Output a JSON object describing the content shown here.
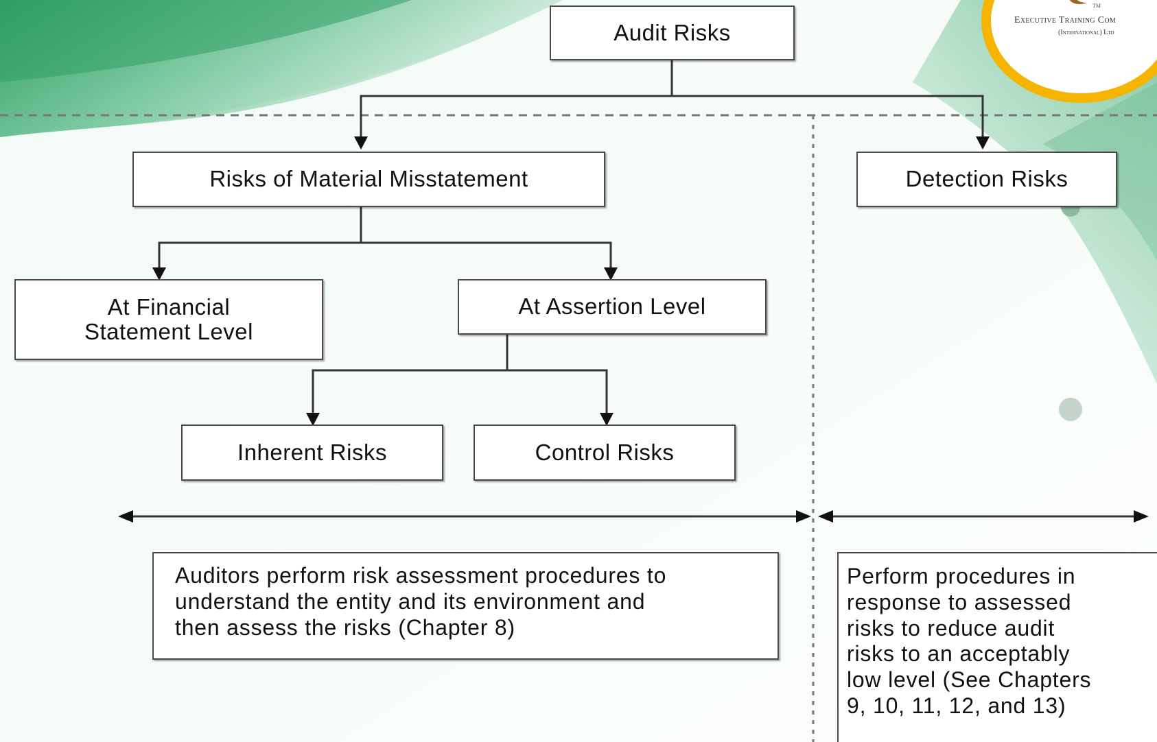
{
  "diagram": {
    "root": "Audit Risks",
    "rmm": "Risks of Material Misstatement",
    "detection": "Detection Risks",
    "financial_level": "At Financial\nStatement Level",
    "assertion_level": "At Assertion Level",
    "inherent": "Inherent Risks",
    "control": "Control Risks",
    "left_note": "Auditors perform risk assessment procedures to\nunderstand the entity and its environment and\nthen assess the risks (Chapter 8)",
    "right_note": "Perform procedures in\nresponse to assessed\nrisks to reduce audit\nrisks to an acceptably\nlow level (See Chapters\n9, 10, 11, 12, and 13)"
  },
  "logo": {
    "tm": "TM",
    "name": "Executive Training Com",
    "sub": "(International) Ltd"
  },
  "colors": {
    "accent_green": "#3aa86e",
    "logo_ring": "#f4b400",
    "line": "#333333"
  }
}
